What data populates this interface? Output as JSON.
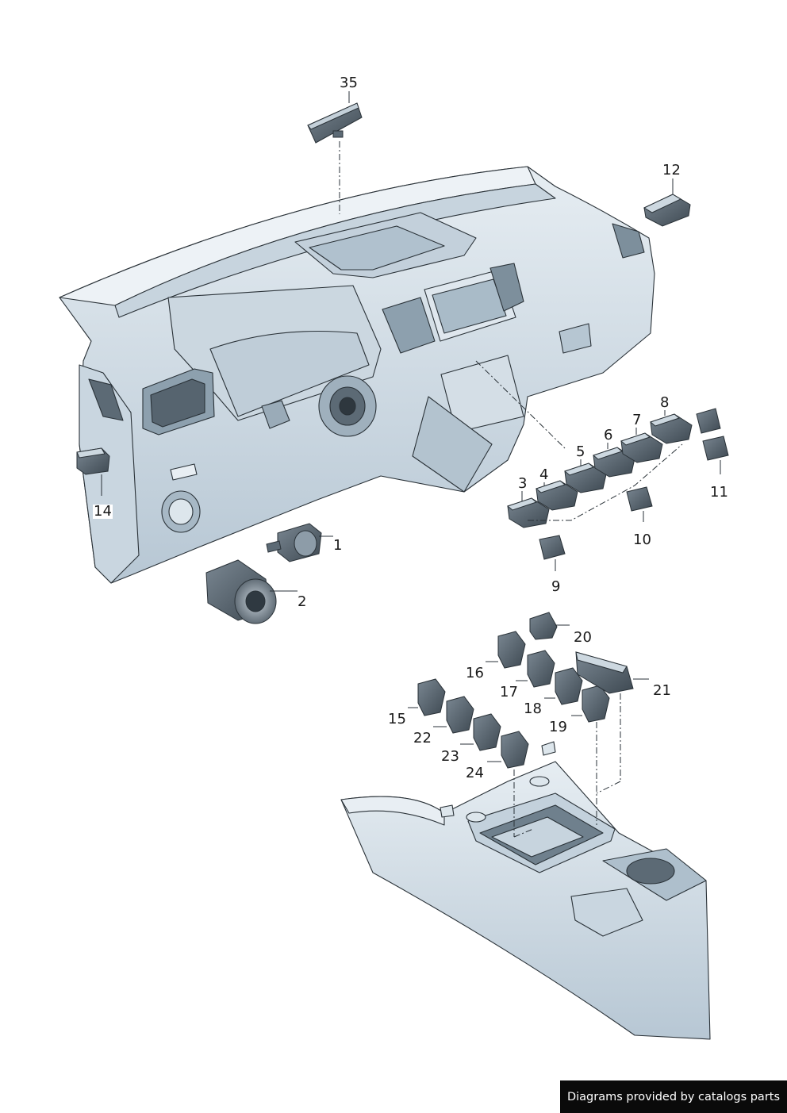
{
  "callouts": {
    "c1": "1",
    "c2": "2",
    "c3": "3",
    "c4": "4",
    "c5": "5",
    "c6": "6",
    "c7": "7",
    "c8": "8",
    "c9": "9",
    "c10": "10",
    "c11": "11",
    "c12": "12",
    "c14": "14",
    "c15": "15",
    "c16": "16",
    "c17": "17",
    "c18": "18",
    "c19": "19",
    "c20": "20",
    "c21": "21",
    "c22": "22",
    "c23": "23",
    "c24": "24",
    "c35": "35"
  },
  "footer": {
    "text": "Diagrams provided by catalogs parts"
  },
  "colors": {
    "part_fill": "#d9e3eb",
    "part_shade": "#b9c9d6",
    "switch_dark": "#4a5560",
    "line": "#2a3238"
  }
}
